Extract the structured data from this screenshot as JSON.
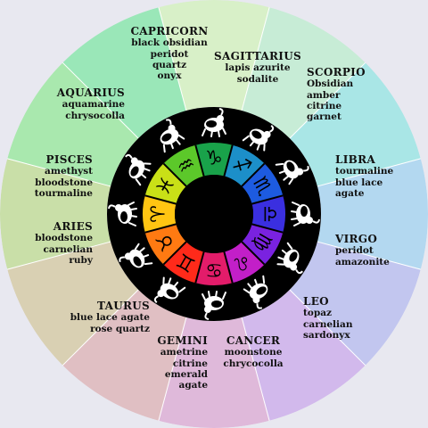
{
  "signs": [
    {
      "key": "capricorn",
      "name": "CAPRICORN",
      "stones": [
        "black obsidian",
        "peridot",
        "quartz",
        "onyx"
      ],
      "glyph": "♑",
      "icon": "goat-icon"
    },
    {
      "key": "sagittarius",
      "name": "SAGITTARIUS",
      "stones": [
        "lapis azurite",
        "sodalite"
      ],
      "glyph": "♐",
      "icon": "archer-icon"
    },
    {
      "key": "scorpio",
      "name": "SCORPIO",
      "stones": [
        "Obsidian",
        "amber",
        "citrine",
        "garnet"
      ],
      "glyph": "♏",
      "icon": "scorpion-icon"
    },
    {
      "key": "libra",
      "name": "LIBRA",
      "stones": [
        "tourmaline",
        "blue lace",
        "agate"
      ],
      "glyph": "♎",
      "icon": "scales-icon"
    },
    {
      "key": "virgo",
      "name": "VIRGO",
      "stones": [
        "peridot",
        "amazonite"
      ],
      "glyph": "♍",
      "icon": "maiden-icon"
    },
    {
      "key": "leo",
      "name": "LEO",
      "stones": [
        "topaz",
        "carnelian",
        "sardonyx"
      ],
      "glyph": "♌",
      "icon": "lion-icon"
    },
    {
      "key": "cancer",
      "name": "CANCER",
      "stones": [
        "moonstone",
        "chrycocolla"
      ],
      "glyph": "♋",
      "icon": "crab-icon"
    },
    {
      "key": "gemini",
      "name": "GEMINI",
      "stones": [
        "ametrine",
        "citrine",
        "emerald",
        "agate"
      ],
      "glyph": "♊",
      "icon": "twins-icon"
    },
    {
      "key": "taurus",
      "name": "TAURUS",
      "stones": [
        "blue lace agate",
        "rose quartz"
      ],
      "glyph": "♉",
      "icon": "bull-icon"
    },
    {
      "key": "aries",
      "name": "ARIES",
      "stones": [
        "bloodstone",
        "carnelian",
        "ruby"
      ],
      "glyph": "♈",
      "icon": "ram-icon"
    },
    {
      "key": "pisces",
      "name": "PISCES",
      "stones": [
        "amethyst",
        "bloodstone",
        "tourmaline"
      ],
      "glyph": "♓",
      "icon": "fish-icon"
    },
    {
      "key": "aquarius",
      "name": "AQUARIUS",
      "stones": [
        "aquamarine",
        "chrysocolla"
      ],
      "glyph": "♒",
      "icon": "water-bearer-icon"
    }
  ],
  "colors": {
    "outer_gradient": [
      "#7fe9b0",
      "#9fd8ef",
      "#b7b2ea",
      "#e6b3c4",
      "#c9d69a",
      "#8fe2a7"
    ],
    "dark_ring": "#000000",
    "glyph_ring": [
      "#2fbf3a",
      "#1d7fe0",
      "#8a2be2",
      "#e01d8f",
      "#ff1f1f",
      "#ff8a1f",
      "#f2e21a",
      "#9ccf2a"
    ],
    "divider": "#ffffff"
  }
}
